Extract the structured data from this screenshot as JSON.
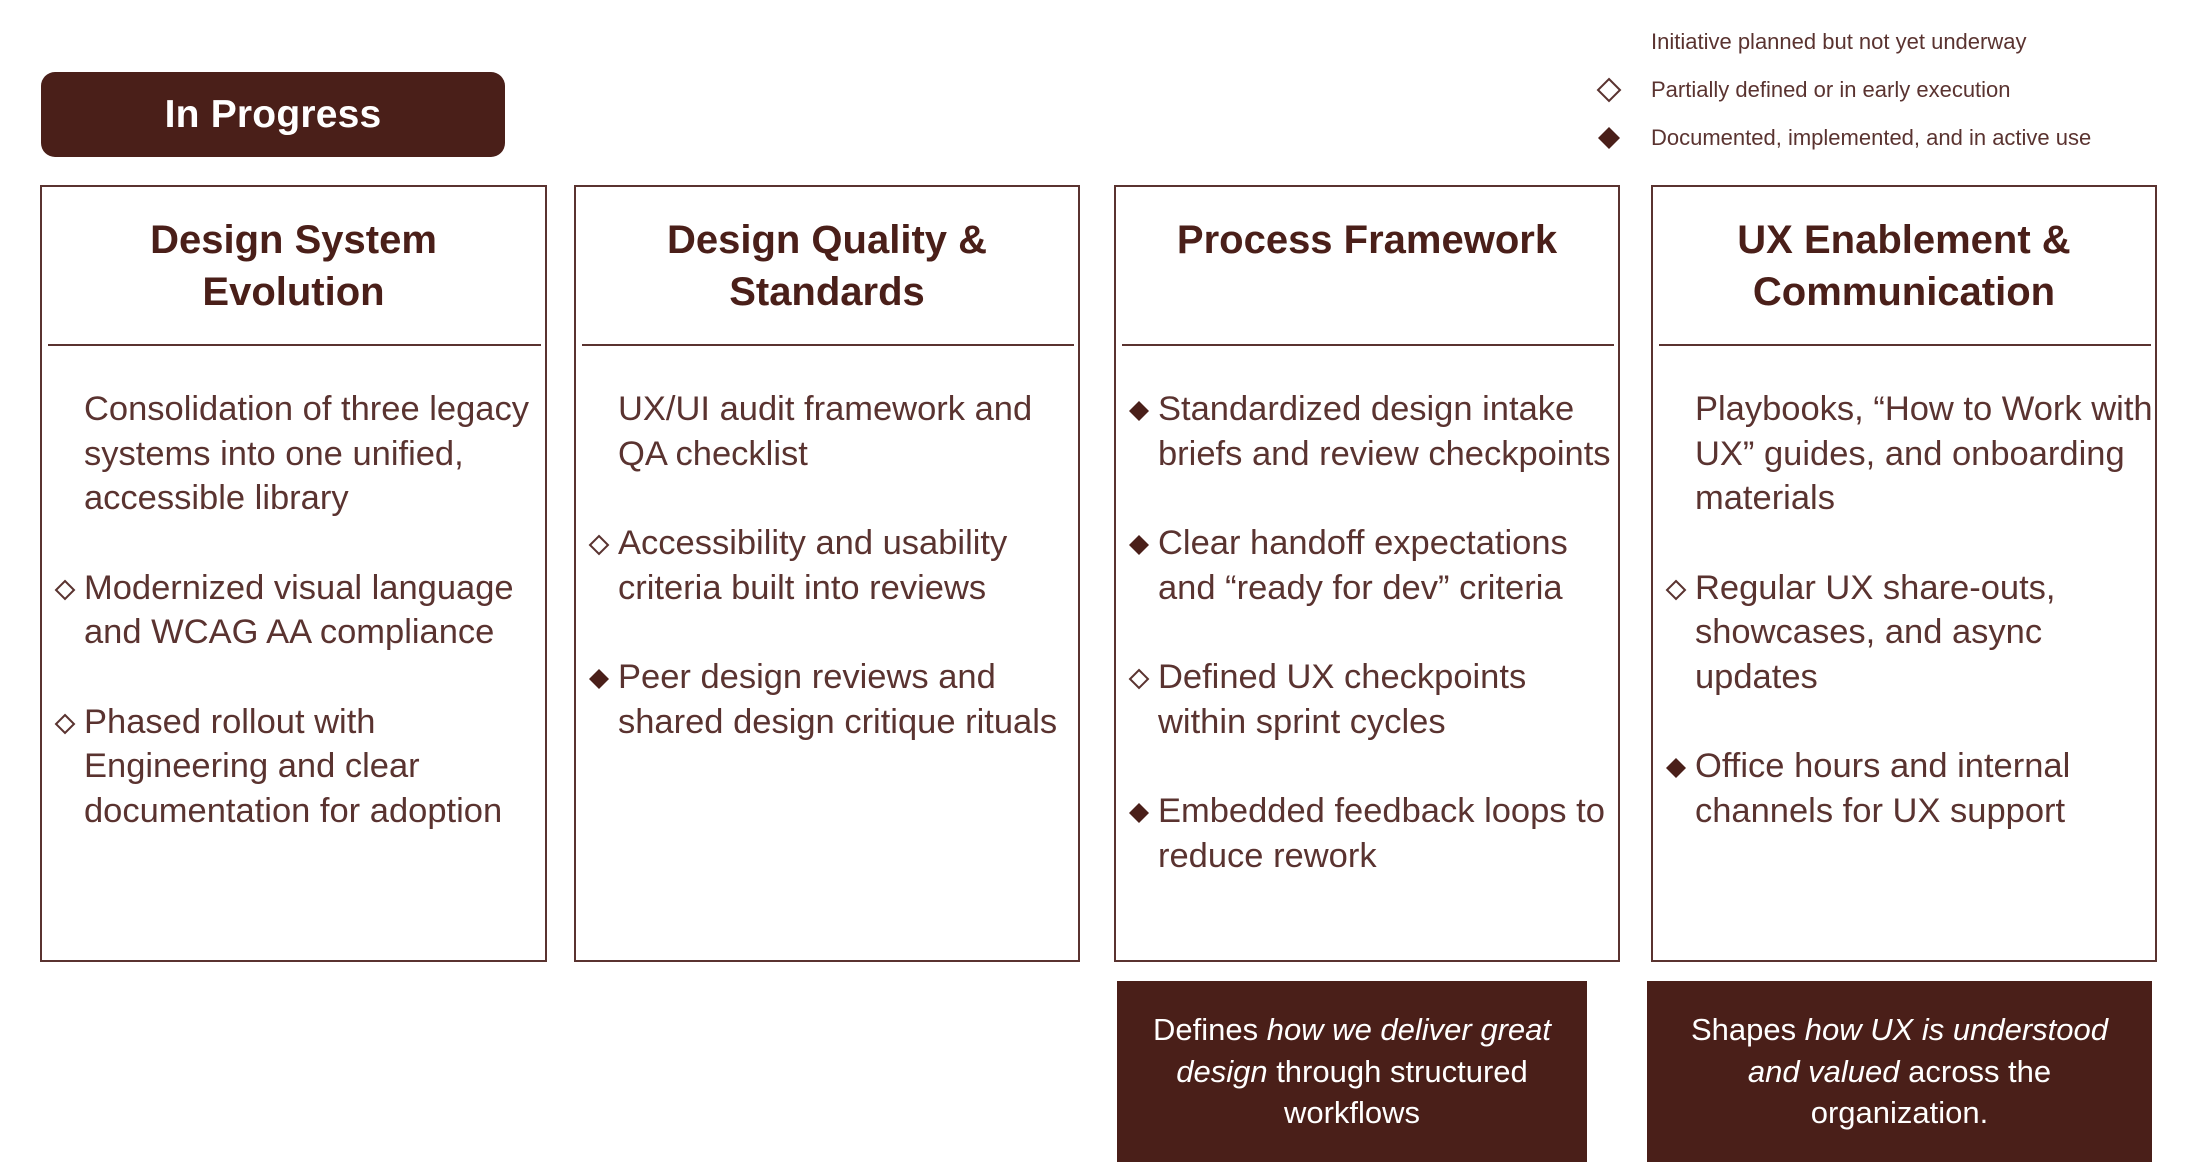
{
  "status_badge": {
    "label": "In Progress"
  },
  "colors": {
    "brand_dark": "#4a1f19",
    "body_text": "#5a3330",
    "border": "#5a3330",
    "background": "#ffffff"
  },
  "legend": {
    "items": [
      {
        "icon": "none",
        "label": "Initiative planned but not yet underway"
      },
      {
        "icon": "diamond-outline-icon",
        "label": "Partially defined or in early execution"
      },
      {
        "icon": "diamond-filled-icon",
        "label": "Documented, implemented, and in active use"
      }
    ]
  },
  "columns": [
    {
      "title": "Design System Evolution",
      "items": [
        {
          "status": "none",
          "text": "Consolidation of three legacy systems into one unified, accessible library"
        },
        {
          "status": "outline",
          "text": "Modernized visual language and WCAG AA compliance"
        },
        {
          "status": "outline",
          "text": "Phased rollout with Engineering and clear documentation for adoption"
        }
      ]
    },
    {
      "title": "Design Quality & Standards",
      "items": [
        {
          "status": "none",
          "text": "UX/UI audit framework and QA checklist"
        },
        {
          "status": "outline",
          "text": "Accessibility and usability criteria built into reviews"
        },
        {
          "status": "filled",
          "text": "Peer design reviews and shared design critique rituals"
        }
      ]
    },
    {
      "title": "Process Framework",
      "items": [
        {
          "status": "filled",
          "text": "Standardized design intake briefs and review checkpoints"
        },
        {
          "status": "filled",
          "text": "Clear handoff expectations and “ready for dev” criteria"
        },
        {
          "status": "outline",
          "text": "Defined UX checkpoints within sprint cycles"
        },
        {
          "status": "filled",
          "text": "Embedded feedback loops to reduce rework"
        }
      ]
    },
    {
      "title": "UX Enablement & Communication",
      "items": [
        {
          "status": "none",
          "text": "Playbooks, “How to Work with UX” guides, and onboarding materials"
        },
        {
          "status": "outline",
          "text": "Regular UX share-outs, showcases, and async updates"
        },
        {
          "status": "filled",
          "text": "Office hours and internal channels for UX support"
        }
      ]
    }
  ],
  "summaries": [
    {
      "column": "Process Framework",
      "prefix": "Defines ",
      "emphasis": "how we deliver great design",
      "suffix": " through structured workflows"
    },
    {
      "column": "UX Enablement & Communication",
      "prefix": "Shapes ",
      "emphasis": "how UX is understood and valued",
      "suffix": " across the organization."
    }
  ]
}
